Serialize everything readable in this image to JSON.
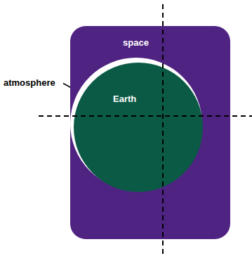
{
  "diagram": {
    "nodes": [
      {
        "text": [
          "space"
        ]
      },
      {
        "text": [
          "Earth"
        ],
        "in": 0
      }
    ],
    "labels": [
      "atmosphere"
    ]
  }
}
